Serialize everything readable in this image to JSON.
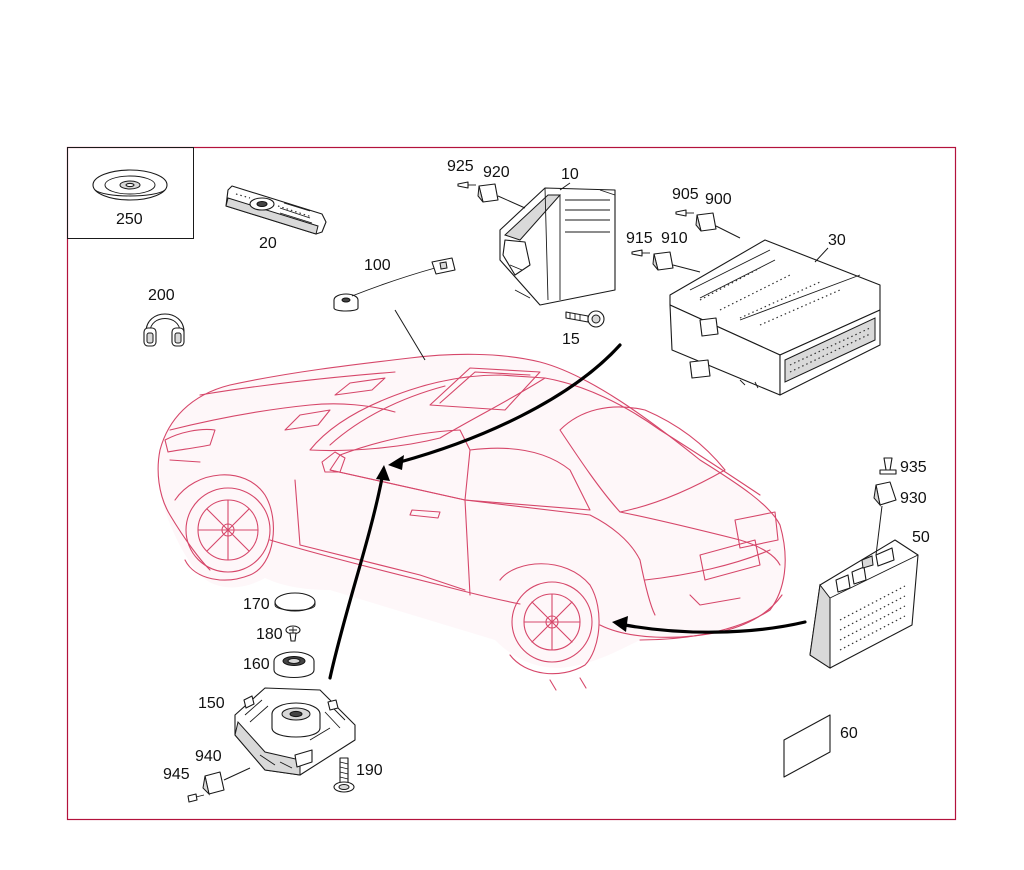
{
  "diagram": {
    "frame_color": "#b3123c",
    "car_color": "#d6476a",
    "callouts": [
      {
        "id": "250",
        "label": "250",
        "part": "disc-icon"
      },
      {
        "id": "20",
        "label": "20",
        "part": "remote-control-icon"
      },
      {
        "id": "100",
        "label": "100",
        "part": "microphone-cable-icon"
      },
      {
        "id": "200",
        "label": "200",
        "part": "headphones-icon"
      },
      {
        "id": "925",
        "label": "925",
        "part": "screw-icon"
      },
      {
        "id": "920",
        "label": "920",
        "part": "bracket-icon"
      },
      {
        "id": "10",
        "label": "10",
        "part": "display-unit-icon"
      },
      {
        "id": "15",
        "label": "15",
        "part": "bolt-icon"
      },
      {
        "id": "905",
        "label": "905",
        "part": "screw-icon"
      },
      {
        "id": "900",
        "label": "900",
        "part": "bracket-icon"
      },
      {
        "id": "915",
        "label": "915",
        "part": "screw-icon"
      },
      {
        "id": "910",
        "label": "910",
        "part": "bracket-icon"
      },
      {
        "id": "30",
        "label": "30",
        "part": "head-unit-icon"
      },
      {
        "id": "935",
        "label": "935",
        "part": "screw-icon"
      },
      {
        "id": "930",
        "label": "930",
        "part": "bracket-icon"
      },
      {
        "id": "50",
        "label": "50",
        "part": "control-module-icon"
      },
      {
        "id": "170",
        "label": "170",
        "part": "cap-icon"
      },
      {
        "id": "180",
        "label": "180",
        "part": "screw-icon"
      },
      {
        "id": "160",
        "label": "160",
        "part": "knob-ring-icon"
      },
      {
        "id": "150",
        "label": "150",
        "part": "controller-assembly-icon"
      },
      {
        "id": "940",
        "label": "940",
        "part": "bracket-icon"
      },
      {
        "id": "945",
        "label": "945",
        "part": "screw-icon"
      },
      {
        "id": "190",
        "label": "190",
        "part": "bolt-icon"
      },
      {
        "id": "60",
        "label": "60",
        "part": "card-icon"
      }
    ]
  }
}
